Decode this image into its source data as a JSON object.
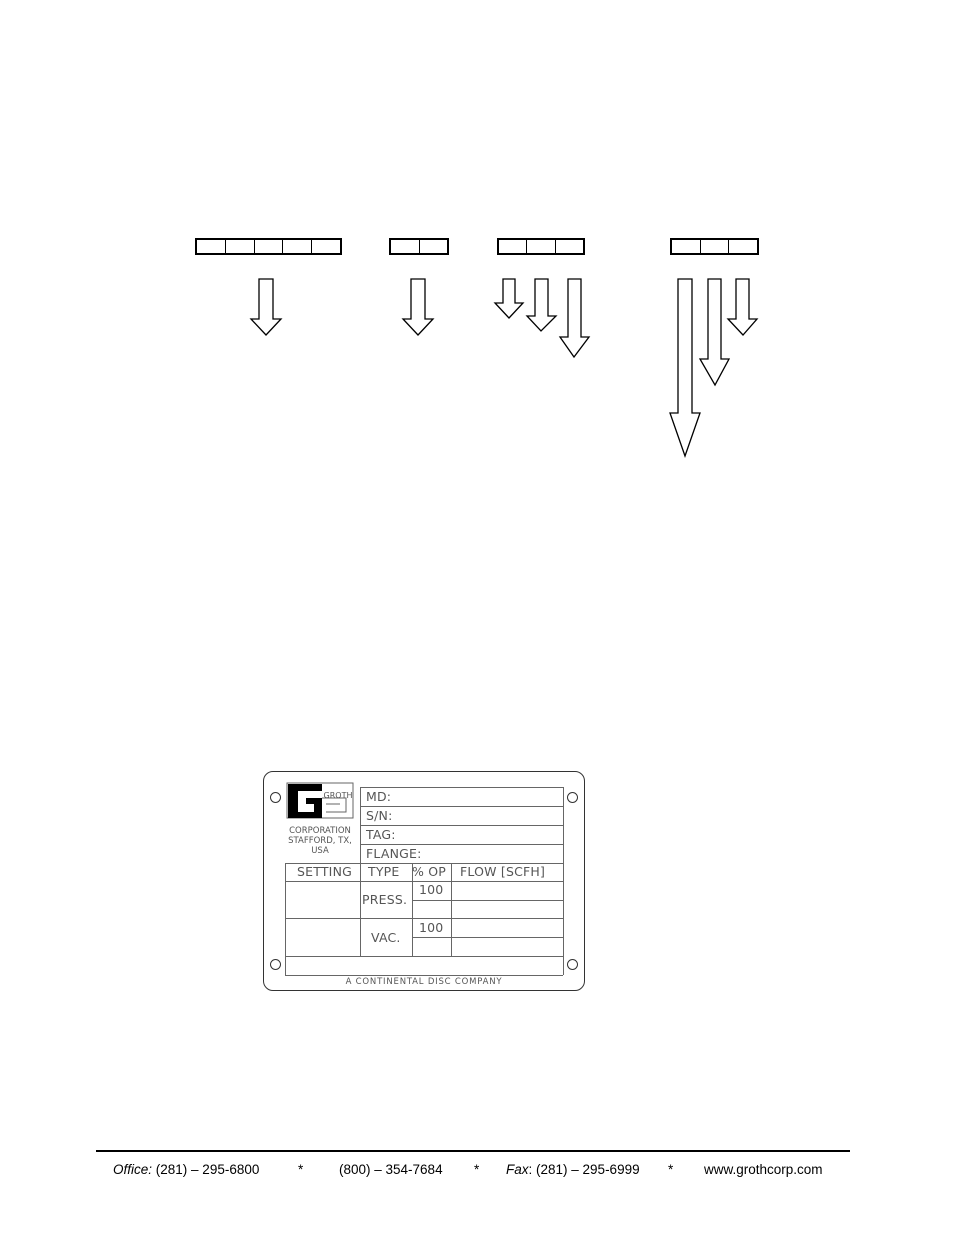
{
  "code_groups": [
    {
      "cells": 5
    },
    {
      "cells": 2
    },
    {
      "cells": 3
    },
    {
      "cells": 3
    }
  ],
  "nameplate": {
    "logo_text": "GROTH",
    "company_lines": [
      "CORPORATION",
      "STAFFORD, TX,",
      "USA"
    ],
    "fields": [
      "MD:",
      "S/N:",
      "TAG:",
      "FLANGE:"
    ],
    "table_headers": {
      "setting": "SETTING",
      "type": "TYPE",
      "percent_op": "% OP",
      "flow": "FLOW [SCFH]"
    },
    "rows": [
      {
        "type": "PRESS.",
        "percent": "100"
      },
      {
        "type": "VAC.",
        "percent": "100"
      }
    ],
    "bottom_text": "A CONTINENTAL DISC COMPANY"
  },
  "footer": {
    "office_label": "Office:",
    "office_phone": "(281) – 295-6800",
    "sep1": "*",
    "toll_free": "(800) – 354-7684",
    "sep2": "*",
    "fax_label": "Fax",
    "fax_phone": ": (281) – 295-6999",
    "sep3": "*",
    "website": "www.grothcorp.com"
  }
}
